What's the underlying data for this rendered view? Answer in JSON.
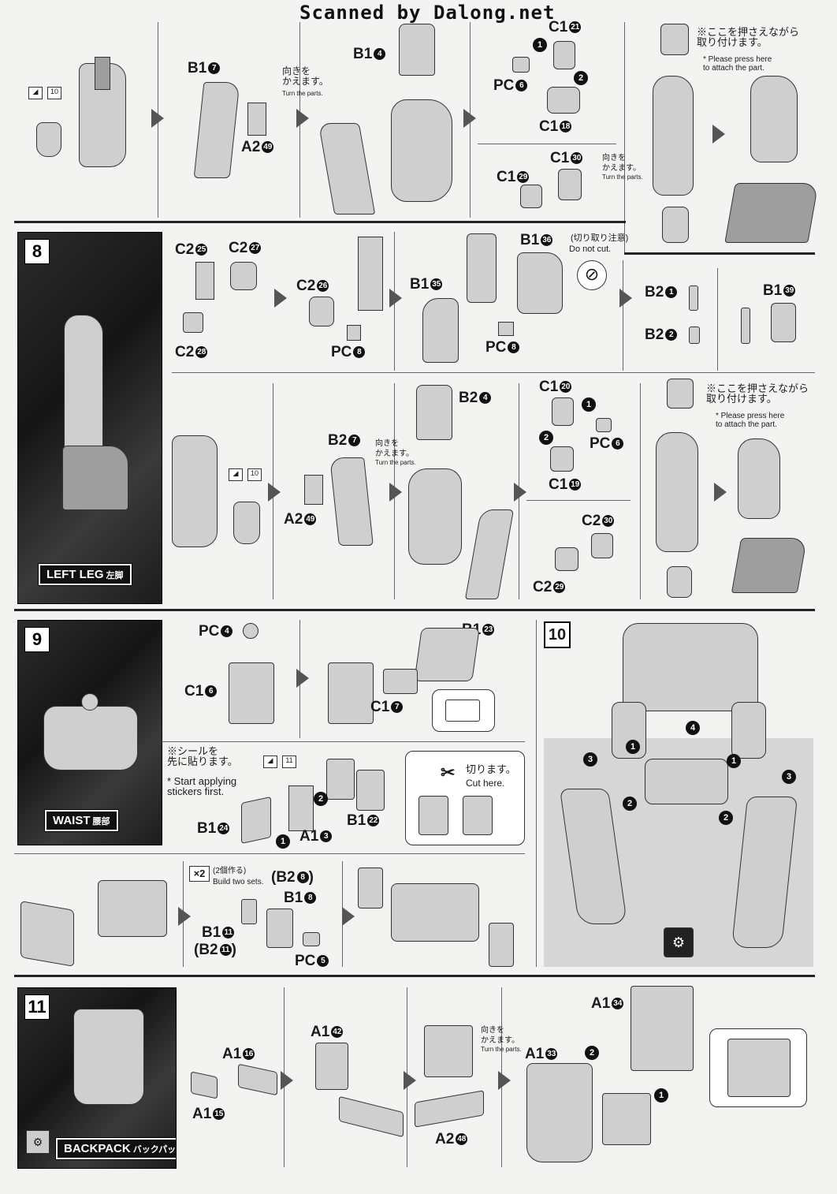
{
  "watermark": "Scanned by Dalong.net",
  "top_row": {
    "sticker_no": "10",
    "b1_7": "B1",
    "b1_7_num": "7",
    "a2_49_top": "A2",
    "a2_49_num": "49",
    "turn_jp": "向きを\nかえます。",
    "turn_en": "Turn the parts.",
    "b1_4": "B1",
    "b1_4_num": "4",
    "c1_21": "C1",
    "c1_21_num": "21",
    "pc_6": "PC",
    "pc_6_num": "6",
    "c1_18": "C1",
    "c1_18_num": "18",
    "c1_30": "C1",
    "c1_30_num": "30",
    "c1_29": "C1",
    "c1_29_num": "29",
    "press_jp": "※ここを押さえながら\n取り付けます。",
    "press_en": "* Please press here\nto attach the part."
  },
  "step8": {
    "number": "8",
    "label_en": "LEFT LEG",
    "label_jp": "左脚",
    "c2_25": "C2",
    "c2_25_num": "25",
    "c2_27": "C2",
    "c2_27_num": "27",
    "c2_28": "C2",
    "c2_28_num": "28",
    "c2_26": "C2",
    "c2_26_num": "26",
    "pc_8a": "PC",
    "pc_8a_num": "8",
    "b1_35": "B1",
    "b1_35_num": "35",
    "b1_36": "B1",
    "b1_36_num": "36",
    "pc_8b": "PC",
    "pc_8b_num": "8",
    "do_not_cut_jp": "(切り取り注意)",
    "do_not_cut_en": "Do not cut.",
    "b2_1": "B2",
    "b2_1_num": "1",
    "b2_2": "B2",
    "b2_2_num": "2",
    "b1_39": "B1",
    "b1_39_num": "39",
    "sticker_no": "10",
    "b2_7": "B2",
    "b2_7_num": "7",
    "a2_49": "A2",
    "a2_49_num": "49",
    "b2_4": "B2",
    "b2_4_num": "4",
    "c1_20": "C1",
    "c1_20_num": "20",
    "pc_6": "PC",
    "pc_6_num": "6",
    "c1_19": "C1",
    "c1_19_num": "19",
    "c2_30": "C2",
    "c2_30_num": "30",
    "c2_29": "C2",
    "c2_29_num": "29"
  },
  "step9": {
    "number": "9",
    "label_en": "WAIST",
    "label_jp": "腰部",
    "pc_4": "PC",
    "pc_4_num": "4",
    "c1_6": "C1",
    "c1_6_num": "6",
    "b1_23": "B1",
    "b1_23_num": "23",
    "c1_7": "C1",
    "c1_7_num": "7",
    "sticker_note_jp": "※シールを\n先に貼ります。",
    "sticker_note_en": "* Start applying\nstickers first.",
    "sticker_no": "11",
    "b1_24": "B1",
    "b1_24_num": "24",
    "a1_3": "A1",
    "a1_3_num": "3",
    "b1_22": "B1",
    "b1_22_num": "22",
    "cut_jp": "切ります。",
    "cut_en": "Cut here.",
    "x2": "×2",
    "build_two_jp": "(2個作る)",
    "build_two_en": "Build two sets.",
    "b2_8": "(B2",
    "b2_8_num": "8",
    "b1_8": "B1",
    "b1_8_num": "8",
    "b1_11": "B1",
    "b1_11_num": "11",
    "b2_11": "(B2",
    "b2_11_num": "11",
    "pc_5": "PC",
    "pc_5_num": "5"
  },
  "step10": {
    "number": "10"
  },
  "step11": {
    "number": "11",
    "label_en": "BACKPACK",
    "label_jp": "バックパック",
    "a1_16": "A1",
    "a1_16_num": "16",
    "a1_15": "A1",
    "a1_15_num": "15",
    "a1_42": "A1",
    "a1_42_num": "42",
    "a2_48": "A2",
    "a2_48_num": "48",
    "a1_33": "A1",
    "a1_33_num": "33",
    "a1_34": "A1",
    "a1_34_num": "34",
    "turn_jp": "向きを\nかえます。",
    "turn_en": "Turn the parts."
  }
}
